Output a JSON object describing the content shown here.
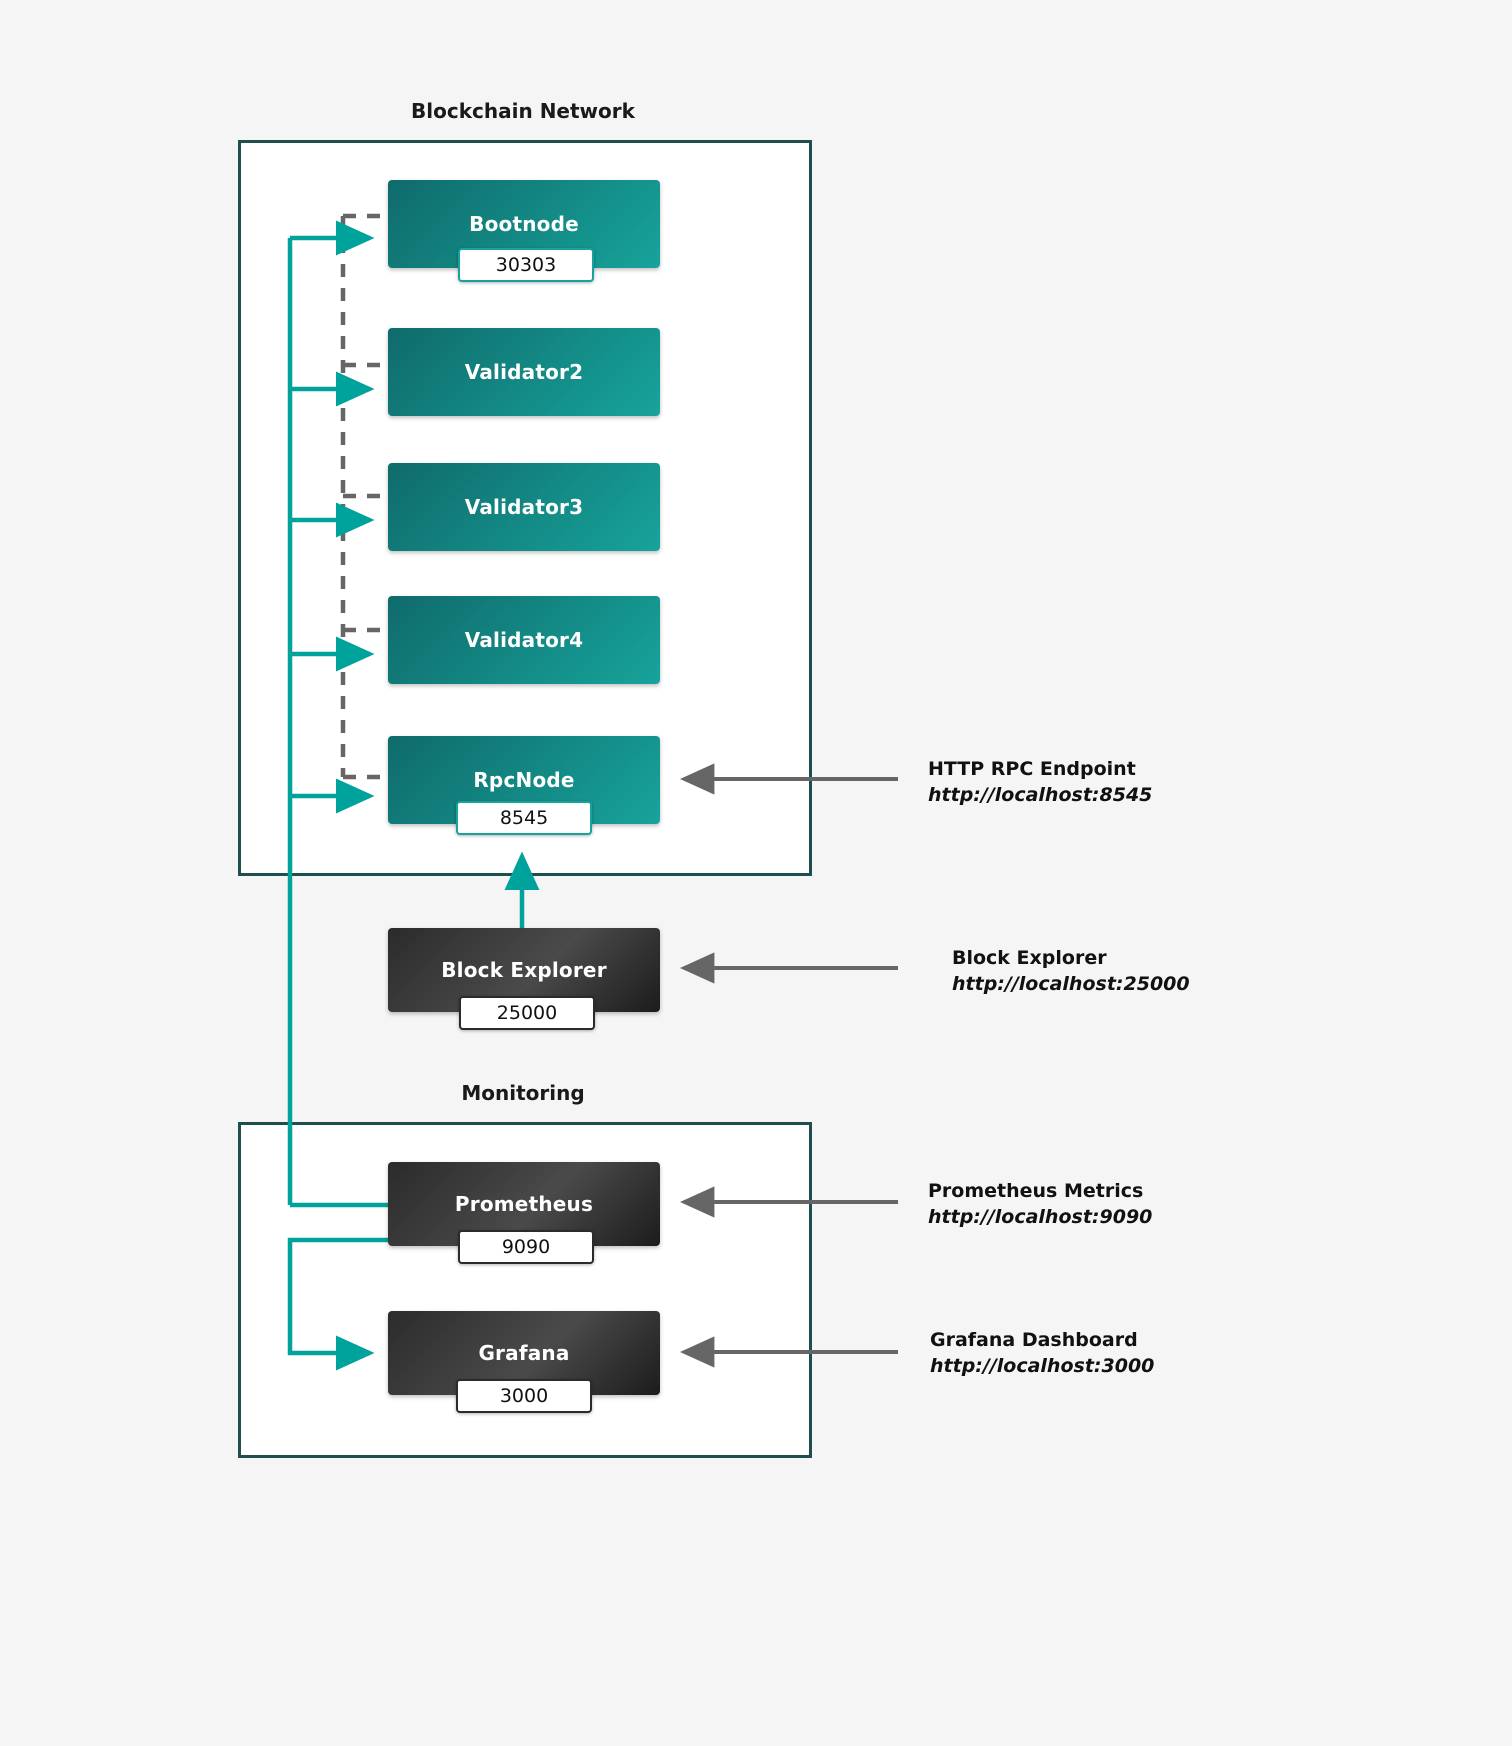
{
  "diagram": {
    "background": "#f5f5f5",
    "accent_teal": "#17a39b",
    "wire_teal": "#00a39b",
    "wire_gray": "#666666",
    "cluster_border": "#1f4e4e"
  },
  "clusters": [
    {
      "id": "blockchain",
      "title": "Blockchain Network"
    },
    {
      "id": "monitoring",
      "title": "Monitoring"
    }
  ],
  "nodes": [
    {
      "id": "bootnode",
      "label": "Bootnode",
      "port": "30303",
      "style": "teal"
    },
    {
      "id": "validator2",
      "label": "Validator2",
      "port": "",
      "style": "teal"
    },
    {
      "id": "validator3",
      "label": "Validator3",
      "port": "",
      "style": "teal"
    },
    {
      "id": "validator4",
      "label": "Validator4",
      "port": "",
      "style": "teal"
    },
    {
      "id": "rpcnode",
      "label": "RpcNode",
      "port": "8545",
      "style": "teal"
    },
    {
      "id": "block-explorer",
      "label": "Block Explorer",
      "port": "25000",
      "style": "dark"
    },
    {
      "id": "prometheus",
      "label": "Prometheus",
      "port": "9090",
      "style": "dark"
    },
    {
      "id": "grafana",
      "label": "Grafana",
      "port": "3000",
      "style": "dark"
    }
  ],
  "annotations": [
    {
      "id": "rpc",
      "title": "HTTP RPC Endpoint",
      "url": "http://localhost:8545"
    },
    {
      "id": "explorer",
      "title": "Block Explorer",
      "url": "http://localhost:25000"
    },
    {
      "id": "prometheus",
      "title": "Prometheus Metrics",
      "url": "http://localhost:9090"
    },
    {
      "id": "grafana",
      "title": "Grafana Dashboard",
      "url": "http://localhost:3000"
    }
  ]
}
